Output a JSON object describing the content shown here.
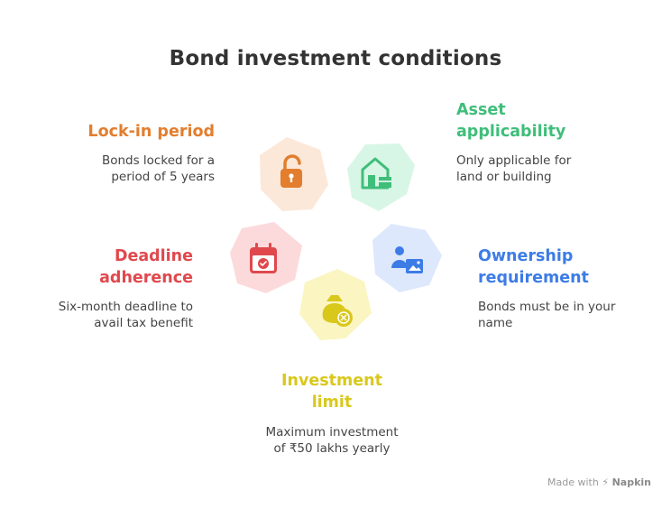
{
  "title": "Bond investment conditions",
  "items": [
    {
      "heading": "Lock-in period",
      "desc_lines": [
        "Bonds locked for a",
        "period of 5 years"
      ],
      "color": "#E27E2E",
      "bg": "#FCE8D9",
      "icon": "padlock-icon"
    },
    {
      "heading_lines": [
        "Asset",
        "applicability"
      ],
      "desc_lines": [
        "Only applicable for",
        "land or building"
      ],
      "color": "#3FBE7A",
      "bg": "#D8F6E5",
      "icon": "house-icon"
    },
    {
      "heading_lines": [
        "Ownership",
        "requirement"
      ],
      "desc_lines": [
        "Bonds must be in your",
        "name"
      ],
      "color": "#3D7CE6",
      "bg": "#DDE8FC",
      "icon": "person-id-icon"
    },
    {
      "heading_lines": [
        "Investment",
        "limit"
      ],
      "desc_lines": [
        "Maximum investment",
        "of ₹50 lakhs yearly"
      ],
      "color": "#D9C81C",
      "bg": "#FBF5C2",
      "icon": "money-bag-coin-icon"
    },
    {
      "heading_lines": [
        "Deadline",
        "adherence"
      ],
      "desc_lines": [
        "Six-month deadline to",
        "avail tax benefit"
      ],
      "color": "#E0484D",
      "bg": "#FCDADB",
      "icon": "calendar-check-icon"
    }
  ],
  "footer": {
    "prefix": "Made with",
    "brand": "Napkin"
  }
}
